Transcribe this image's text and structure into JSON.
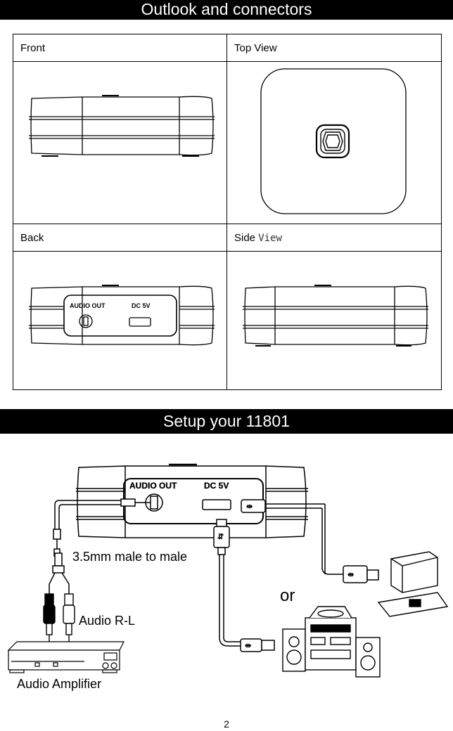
{
  "section1": {
    "title": "Outlook and connectors"
  },
  "views": {
    "front": {
      "label": "Front"
    },
    "top": {
      "label": "Top View"
    },
    "back": {
      "label": "Back",
      "port_audio": "AUDIO OUT",
      "port_dc": "DC 5V"
    },
    "side": {
      "label_a": "Side",
      "label_b": "View"
    }
  },
  "section2": {
    "title": "Setup your 11801"
  },
  "diagram": {
    "port_audio": "AUDIO OUT",
    "port_dc": "DC 5V",
    "cable_label": "3.5mm male to male",
    "rca_label": "Audio R-L",
    "amp_label": "Audio Amplifier",
    "or_label": "or"
  },
  "page": {
    "number": "2"
  }
}
